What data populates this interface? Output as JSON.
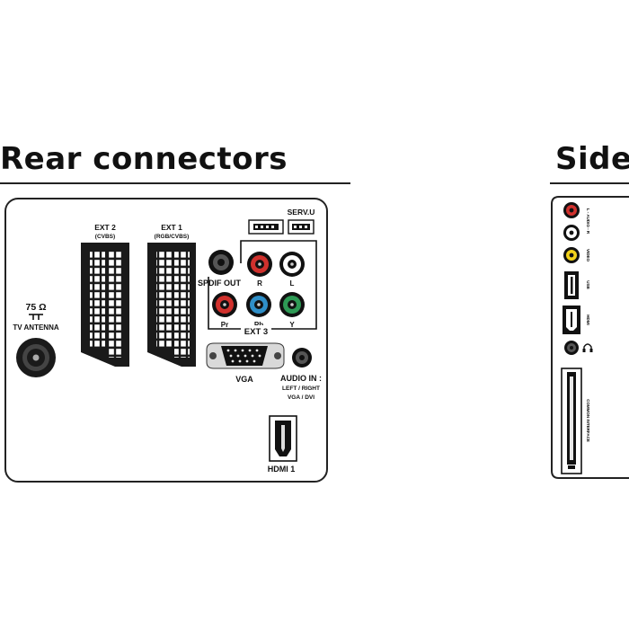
{
  "titles": {
    "rear": "Rear connectors",
    "side": "Side"
  },
  "rear_panel": {
    "tv_antenna": {
      "ohm": "75 Ω",
      "label": "TV ANTENNA"
    },
    "ext2": {
      "label": "EXT 2",
      "sub": "(CVBS)"
    },
    "ext1": {
      "label": "EXT 1",
      "sub": "(RGB/CVBS)"
    },
    "serv_u": "SERV.U",
    "spdif_out": "SPDIF OUT",
    "rca_labels": {
      "r": "R",
      "l": "L",
      "pr": "Pr",
      "pb": "Pb",
      "y": "Y"
    },
    "ext3": "EXT 3",
    "vga": "VGA",
    "audio_in": {
      "line1": "AUDIO IN :",
      "line2": "LEFT / RIGHT",
      "line3": "VGA / DVI"
    },
    "hdmi": "HDMI 1"
  },
  "side_panel": {
    "audio_lr": "L - AUDIO - R",
    "video": "VIDEO",
    "usb": "USB",
    "hdmi": "HDMI",
    "common_interface": "COMMON INTERFACE"
  },
  "colors": {
    "red": "#d0312d",
    "white": "#ffffff",
    "yellow": "#f2d21b",
    "blue": "#2f8fc8",
    "green": "#2e9a55",
    "panel_border": "#222222"
  }
}
